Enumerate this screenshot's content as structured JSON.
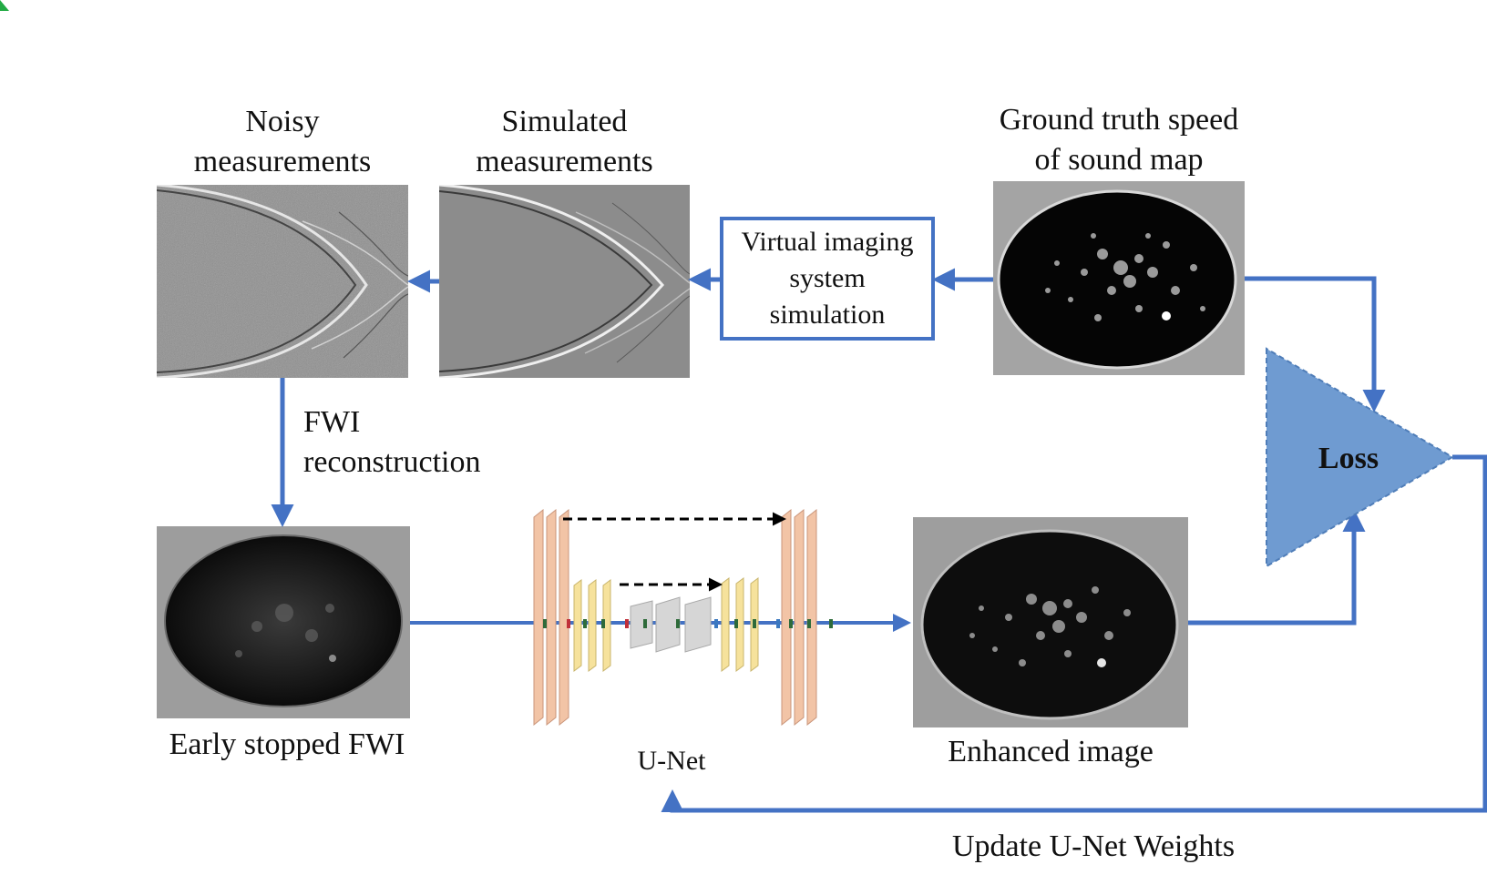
{
  "labels": {
    "noisy_line1": "Noisy",
    "noisy_line2": "measurements",
    "simulated_line1": "Simulated",
    "simulated_line2": "measurements",
    "ground_truth_line1": "Ground truth speed",
    "ground_truth_line2": "of sound map",
    "virtual_line1": "Virtual imaging",
    "virtual_line2": "system",
    "virtual_line3": "simulation",
    "fwi_line1": "FWI",
    "fwi_line2": "reconstruction",
    "early_stopped": "Early stopped FWI",
    "unet": "U-Net",
    "enhanced": "Enhanced image",
    "loss": "Loss",
    "update": "Update U-Net Weights"
  },
  "colors": {
    "arrow": "#4472C4",
    "loss_fill": "#6F9BD1",
    "unet_outer": "#F2C4A6",
    "unet_inner": "#F6E29C",
    "unet_bottleneck": "#D6D6D6"
  }
}
